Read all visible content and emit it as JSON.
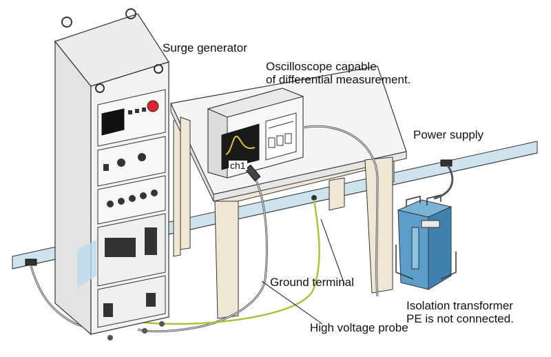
{
  "labels": {
    "surge_generator": "Surge generator",
    "oscilloscope_line1": "Oscilloscope capable",
    "oscilloscope_line2": "of differential measurement.",
    "power_supply": "Power supply",
    "ground_terminal": "Ground terminal",
    "high_voltage_probe": "High voltage probe",
    "isolation_line1": "Isolation transformer",
    "isolation_line2": "PE is not connected."
  },
  "screen_channel": "ch1",
  "colors": {
    "wall_rail": "#cfe3ef",
    "rack_body": "#f2f2f2",
    "table_top": "#f2f2f2",
    "table_legs": "#efe7d4",
    "transformer": "#5b9ec9",
    "ground_wire": "#a8c43a",
    "waveform": "#e8c23a",
    "screen": "#1a1a1a"
  }
}
